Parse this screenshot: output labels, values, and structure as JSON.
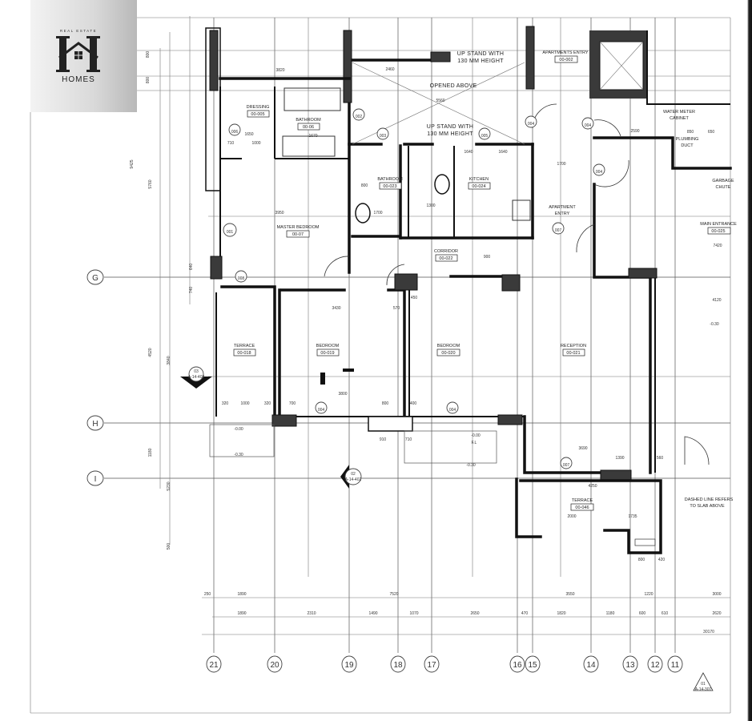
{
  "logo": {
    "tagline": "REAL ESTATE",
    "wordmark": "HOMES"
  },
  "rooms": [
    {
      "name": "DRESSING",
      "code": "00-005"
    },
    {
      "name": "BATHROOM",
      "code": "00-06"
    },
    {
      "name": "MASTER BEDROOM",
      "code": "00-07"
    },
    {
      "name": "BATHROOM",
      "code": "00-023"
    },
    {
      "name": "KITCHEN",
      "code": "00-024"
    },
    {
      "name": "CORRIDOR",
      "code": "00-022"
    },
    {
      "name": "APARTMENTS ENTRY",
      "code": "00-002"
    },
    {
      "name": "MAIN ENTRANCE",
      "code": "00-025"
    },
    {
      "name": "TERRACE",
      "code": "00-018"
    },
    {
      "name": "BEDROOM",
      "code": "00-019"
    },
    {
      "name": "BEDROOM",
      "code": "00-020"
    },
    {
      "name": "RECEPTION",
      "code": "00-021"
    },
    {
      "name": "TERRACE",
      "code": "00-046"
    }
  ],
  "notes": {
    "apartment_entry": [
      "APARTMENT",
      "ENTRY"
    ],
    "opened_above": "OPENED ABOVE",
    "upstand_1": [
      "UP STAND WITH",
      "130 MM HEIGHT"
    ],
    "upstand_2": [
      "UP STAND WITH",
      "130 MM HEIGHT"
    ],
    "water_meter": [
      "WATER METER",
      "CABINET"
    ],
    "plumbing": [
      "PLUMBING",
      "DUCT"
    ],
    "garbage": [
      "GARBAGE",
      "CHUTE"
    ],
    "dashed": [
      "DASHED LINE REFERS",
      "TO SLAB ABOVE"
    ],
    "levels": [
      "-0.00",
      "-0.30",
      "-0.00",
      "-0.30",
      "-0.30",
      "F.L"
    ]
  },
  "grid_columns": [
    "21",
    "20",
    "19",
    "18",
    "17",
    "16",
    "15",
    "14",
    "13",
    "12",
    "11"
  ],
  "grid_rows": [
    "G",
    "H",
    "I"
  ],
  "dims_row1": [
    "250",
    "1890",
    "7520",
    "3550",
    "1220",
    "3000"
  ],
  "dims_row2": [
    "1890",
    "2310",
    "1490",
    "1070",
    "2650",
    "470",
    "1820",
    "1180",
    "600",
    "610",
    "2620"
  ],
  "dims_row3": [
    "30170"
  ],
  "dims_left": [
    "800",
    "800",
    "5760",
    "4520",
    "1180",
    "9425",
    "3840",
    "5230",
    "500",
    "640",
    "740"
  ],
  "dims_plan": [
    "3820",
    "2460",
    "5560",
    "1650",
    "1000",
    "710",
    "1670",
    "3950",
    "1700",
    "800",
    "1300",
    "1640",
    "1700",
    "2590",
    "850",
    "650",
    "1640",
    "3430",
    "3800",
    "700",
    "800",
    "400",
    "450",
    "570",
    "1000",
    "320",
    "320",
    "3690",
    "1390",
    "560",
    "4250",
    "2000",
    "1735",
    "800",
    "420",
    "7420",
    "4120",
    "910",
    "710",
    "900"
  ],
  "section_marks": [
    {
      "num": "03",
      "ref": "A-14-403"
    },
    {
      "num": "02",
      "ref": "A-14-402"
    },
    {
      "num": "01",
      "ref": "A-14-301"
    }
  ],
  "door_tags": [
    "001",
    "002",
    "003",
    "004",
    "005",
    "006",
    "007",
    "008",
    "004",
    "004",
    "004",
    "004",
    "007"
  ]
}
